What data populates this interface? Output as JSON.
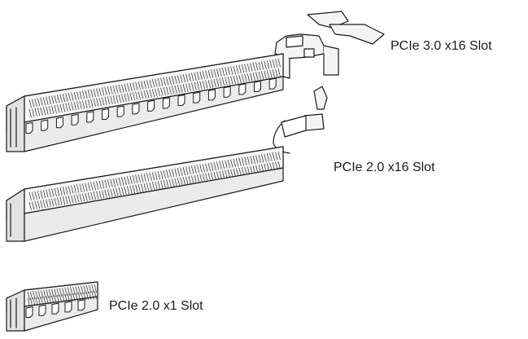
{
  "slots": {
    "pcie3_x16": {
      "label": "PCIe 3.0 x16 Slot"
    },
    "pcie2_x16": {
      "label": "PCIe 2.0 x16 Slot"
    },
    "pcie2_x1": {
      "label": "PCIe 2.0 x1 Slot"
    }
  },
  "colors": {
    "body_fill": "#ececec",
    "top_fill": "#f7f7f7",
    "outline": "#1a1a1a",
    "contact": "#3a3a3a"
  }
}
